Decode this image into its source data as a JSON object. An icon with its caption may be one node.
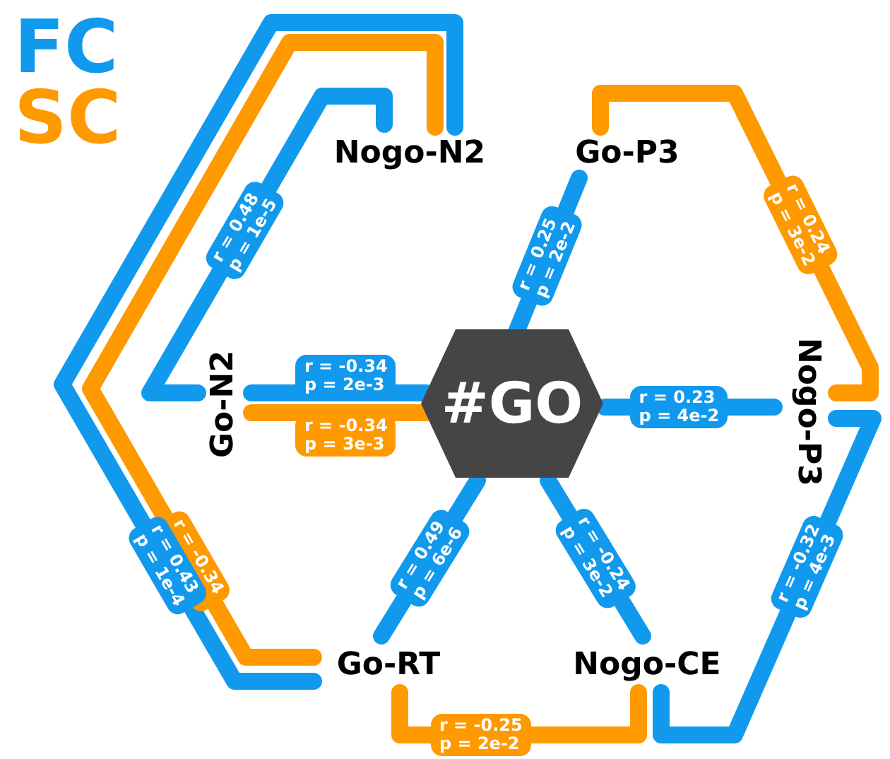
{
  "diagram": {
    "nodes": [
      {
        "text": [
          "#GO"
        ]
      },
      {
        "text": [
          "Nogo-N2"
        ]
      },
      {
        "text": [
          "Go-P3"
        ]
      },
      {
        "text": [
          "Nogo-P3"
        ]
      },
      {
        "text": [
          "Nogo-CE"
        ]
      },
      {
        "text": [
          "Go-RT"
        ]
      },
      {
        "text": [
          "Go-N2"
        ]
      }
    ],
    "edges": [
      {
        "from": 0,
        "to": 2,
        "arrow": "none",
        "label": "r = 0.25 p = 2e-2"
      },
      {
        "from": 0,
        "to": 3,
        "arrow": "none",
        "label": "r = 0.23 p = 4e-2"
      },
      {
        "from": 0,
        "to": 4,
        "arrow": "none",
        "label": "r = -0.24 p = 3e-2"
      },
      {
        "from": 0,
        "to": 5,
        "arrow": "none",
        "label": "r = 0.49 p = 6e-6"
      },
      {
        "from": 0,
        "to": 6,
        "arrow": "none",
        "label": "r = -0.34 p = 2e-3"
      },
      {
        "from": 0,
        "to": 6,
        "arrow": "none",
        "label": "r = -0.34 p = 3e-3",
        "color": "#ff9900"
      },
      {
        "from": 6,
        "to": 1,
        "arrow": "none",
        "label": "r = 0.48 p = 1e-5"
      },
      {
        "from": 2,
        "to": 3,
        "arrow": "none",
        "label": "r = 0.24 p = 3e-2",
        "color": "#ff9900"
      },
      {
        "from": 3,
        "to": 4,
        "arrow": "none",
        "label": "r = -0.32 p = 4e-3"
      },
      {
        "from": 4,
        "to": 5,
        "arrow": "none",
        "label": "r = -0.25 p = 2e-2",
        "color": "#ff9900"
      },
      {
        "from": 1,
        "to": 5,
        "arrow": "none",
        "label": "r = -0.34 p = 2e-3",
        "color": "#ff9900"
      },
      {
        "from": 1,
        "to": 5,
        "arrow": "none",
        "label": "r = 0.43 p = 1e-4"
      }
    ],
    "legend": [
      {
        "text": "FC",
        "color": "#1199ee"
      },
      {
        "text": "SC",
        "color": "#ff9900"
      }
    ]
  }
}
